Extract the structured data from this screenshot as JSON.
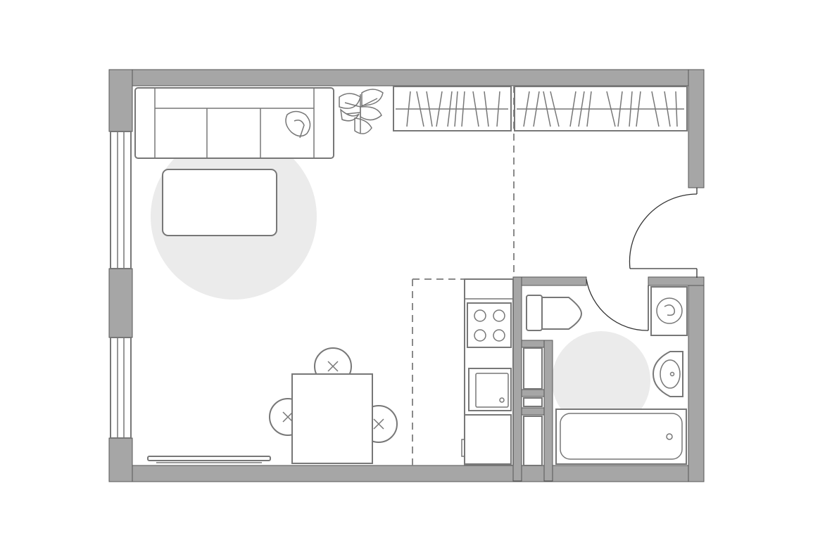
{
  "plan": {
    "type": "studio-apartment-floor-plan",
    "labels": [],
    "rooms": [
      "living-area",
      "kitchen",
      "bathroom",
      "hallway"
    ],
    "furniture": {
      "living": [
        "sofa",
        "cushion",
        "coffee-table",
        "houseplant",
        "dining-table",
        "dining-chair",
        "dining-chair",
        "dining-chair",
        "radiator"
      ],
      "storage": [
        "wardrobe",
        "wardrobe"
      ],
      "kitchen": [
        "cooktop",
        "sink",
        "fridge",
        "counter"
      ],
      "bathroom": [
        "toilet",
        "washing-machine",
        "washbasin",
        "bathtub"
      ]
    },
    "colors": {
      "wall_fill": "#a6a6a6",
      "wall_stroke": "#555555",
      "line": "#777777",
      "activity_zone": "#ebebeb",
      "background": "#ffffff"
    }
  }
}
